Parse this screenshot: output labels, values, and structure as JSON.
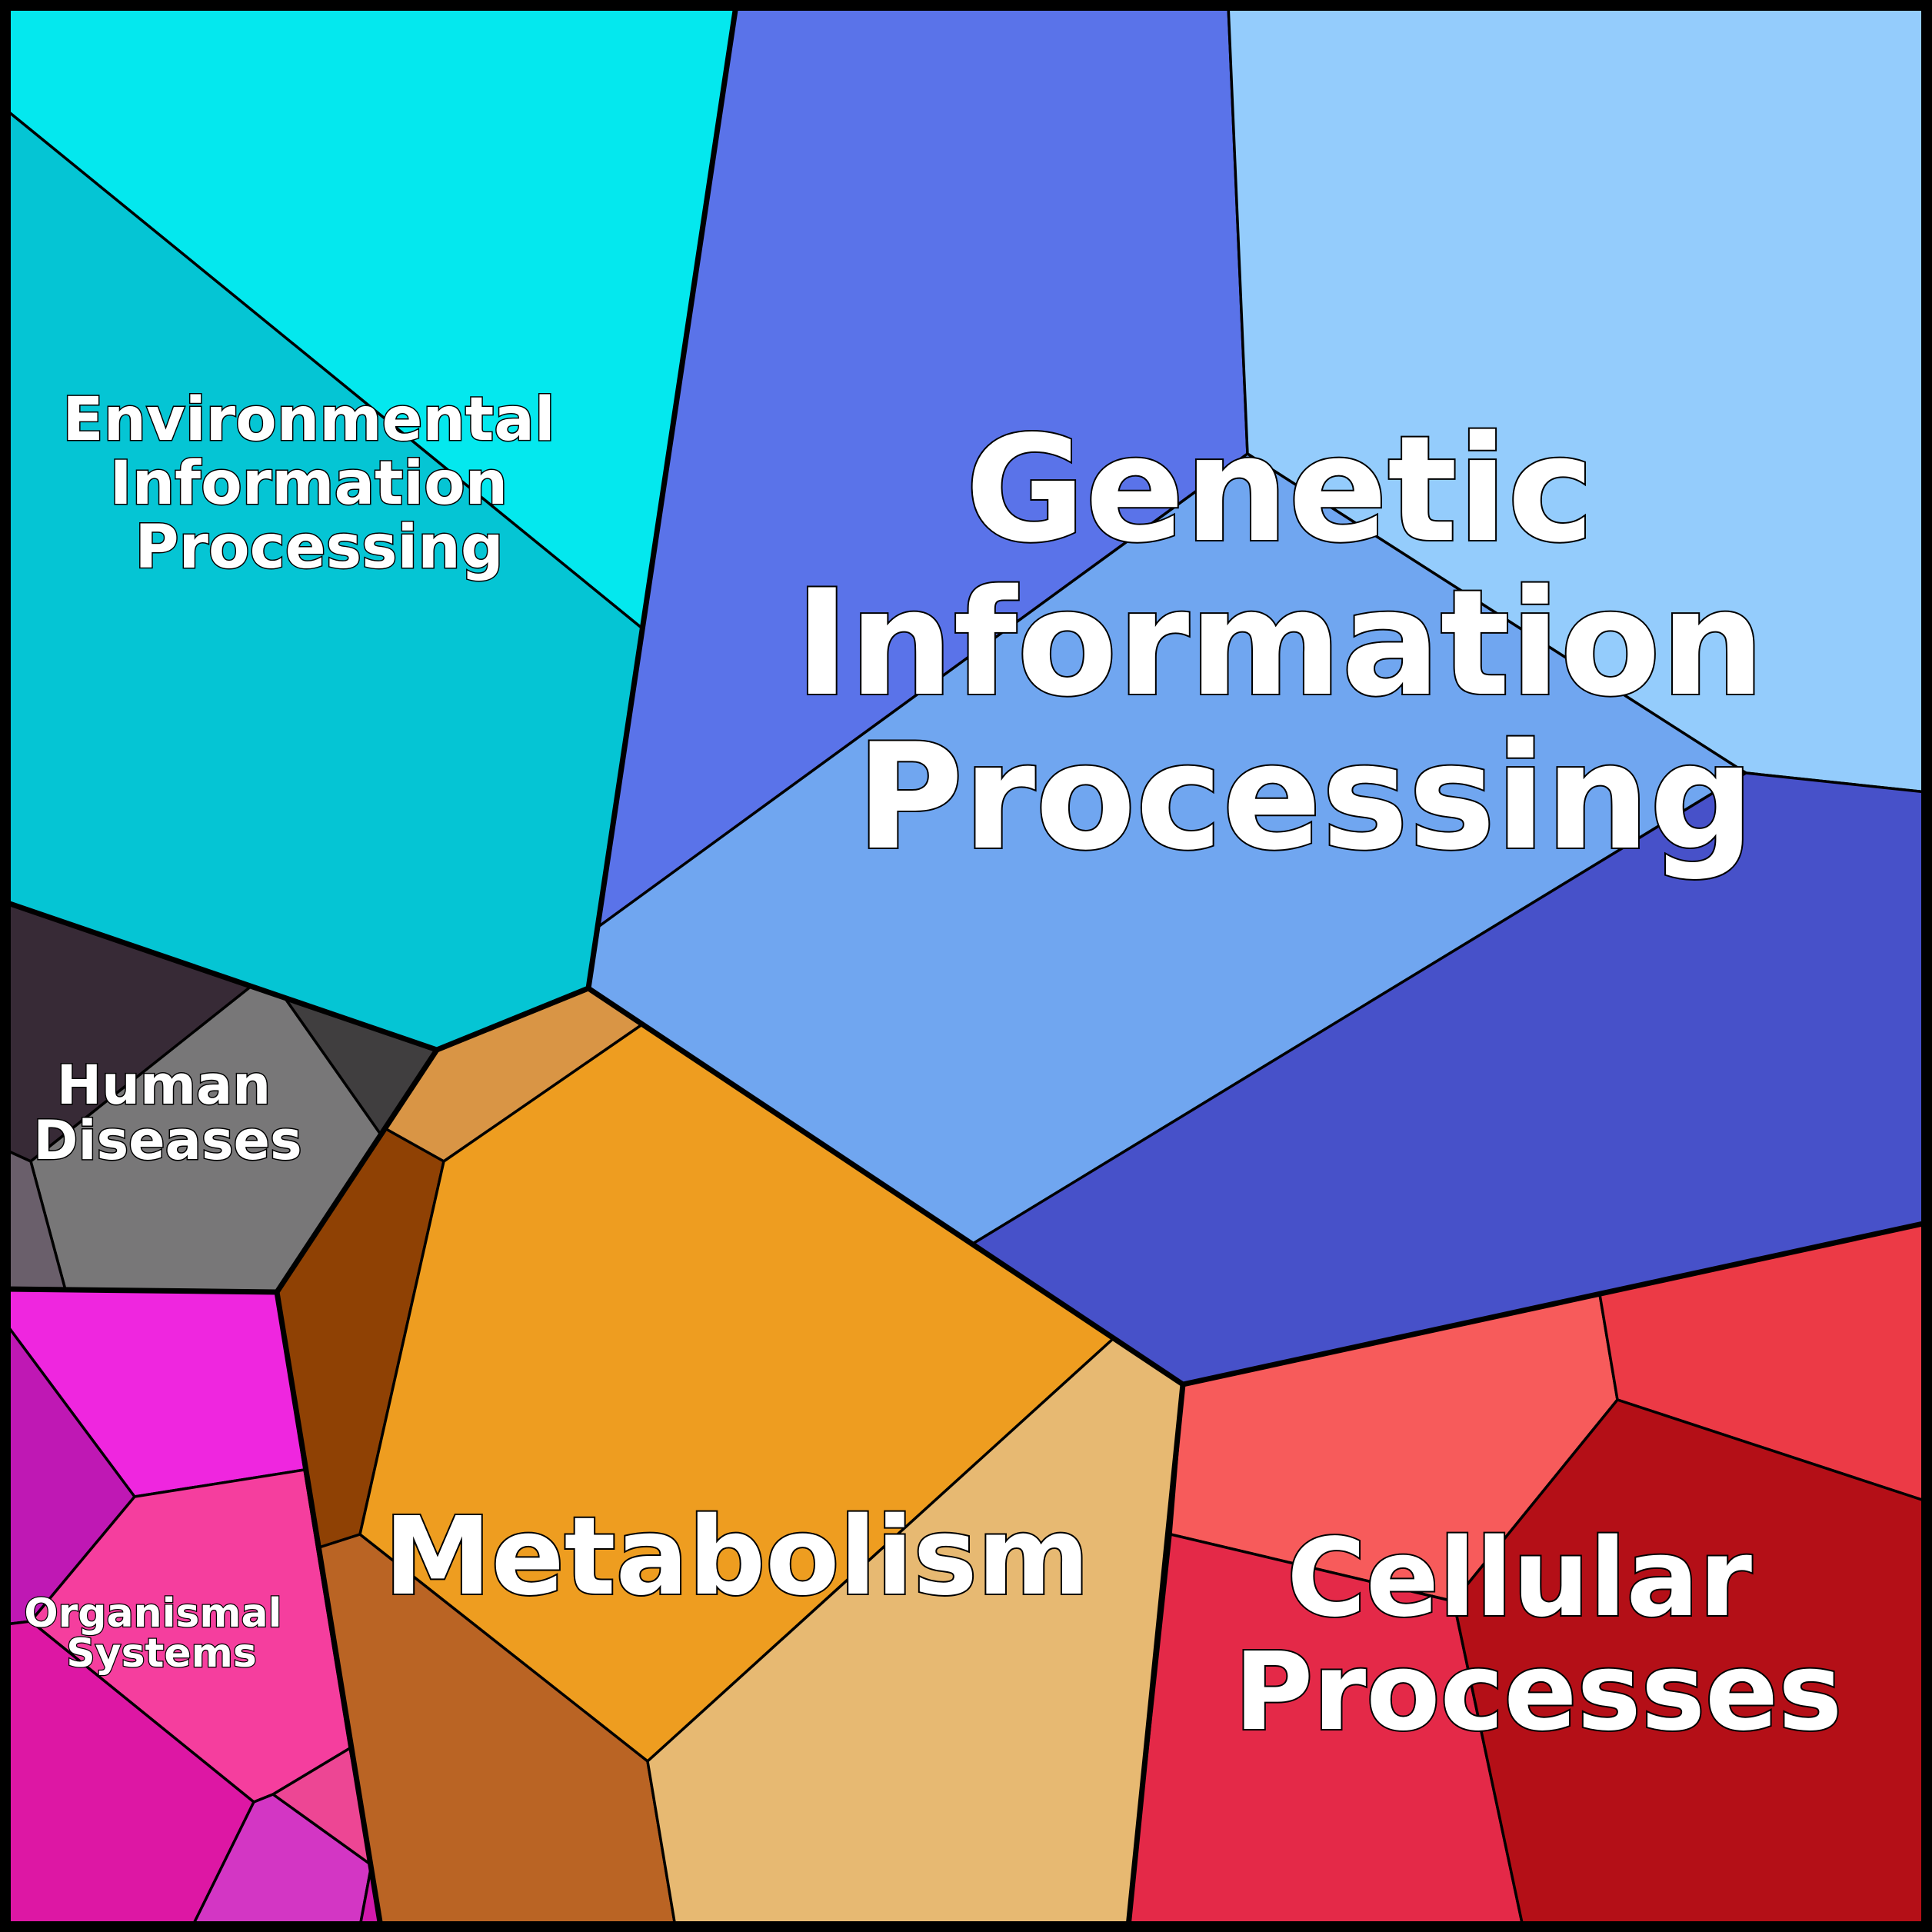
{
  "categories": [
    {
      "id": "genetic",
      "label_lines": [
        "Genetic",
        "Information",
        "Processing"
      ]
    },
    {
      "id": "environmental",
      "label_lines": [
        "Environmental",
        "Information",
        "Processing"
      ]
    },
    {
      "id": "human",
      "label_lines": [
        "Human",
        "Diseases"
      ]
    },
    {
      "id": "organismal",
      "label_lines": [
        "Organismal",
        "Systems"
      ]
    },
    {
      "id": "metabolism",
      "label_lines": [
        "Metabolism"
      ]
    },
    {
      "id": "cellular",
      "label_lines": [
        "Cellular",
        "Processes"
      ]
    }
  ],
  "colors": {
    "genetic": [
      "#5a73e9",
      "#94ccfc",
      "#70a6f0",
      "#4751c9"
    ],
    "environmental": [
      "#04e8ee",
      "#05c5d4"
    ],
    "human": [
      "#372a36",
      "#787778",
      "#403e3f",
      "#6a5f6b"
    ],
    "organismal": [
      "#ef26df",
      "#bf18b4",
      "#f53e9e",
      "#dd17a4",
      "#d336c4",
      "#ed4694",
      "#d219ac"
    ],
    "metabolism": [
      "#d99545",
      "#8f4104",
      "#ee9d20",
      "#ba6424",
      "#e7b972"
    ],
    "cellular": [
      "#f75b5b",
      "#ec3a46",
      "#e42948",
      "#b40f17"
    ]
  }
}
